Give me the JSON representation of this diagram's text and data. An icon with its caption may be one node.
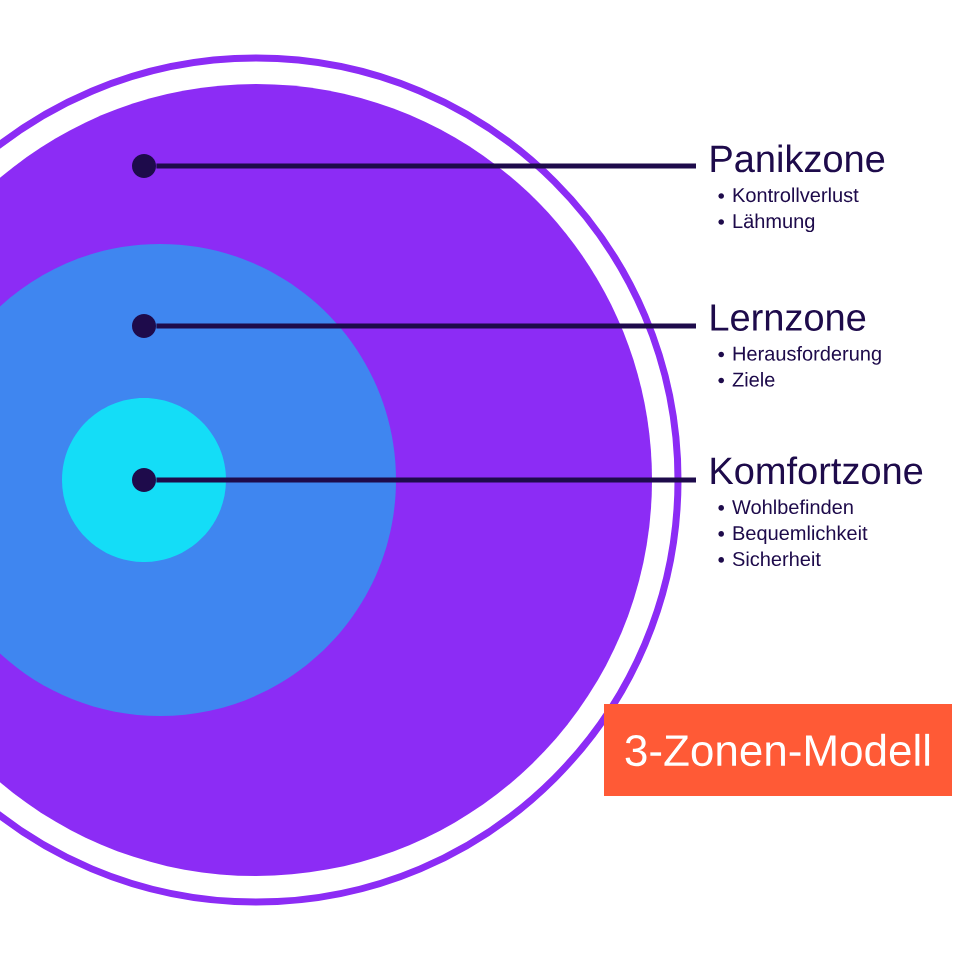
{
  "diagram": {
    "nodes": [
      {
        "text": [],
        "shape": "circle"
      },
      {
        "text": [],
        "shape": "circle",
        "in": 0
      },
      {
        "text": [],
        "shape": "circle",
        "in": 1
      },
      {
        "text": [],
        "shape": "circle",
        "in": 0
      },
      {
        "text": [],
        "shape": "circle",
        "in": 1
      },
      {
        "text": [],
        "shape": "circle",
        "in": 2
      },
      {
        "text": [
          "Panikzone",
          "Kontrollverlust",
          "Lähmung"
        ]
      },
      {
        "text": [
          "Lernzone",
          "Herausforderung",
          "Ziele"
        ]
      },
      {
        "text": [
          "Komfortzone",
          "Wohlbefinden",
          "Bequemlichkeit",
          "Sicherheit"
        ]
      },
      {
        "text": [
          "3-Zonen-Modell"
        ]
      }
    ],
    "edges": [
      {
        "from": 3,
        "to": 6,
        "arrow": "none"
      },
      {
        "from": 4,
        "to": 7,
        "arrow": "none"
      },
      {
        "from": 5,
        "to": 8,
        "arrow": "none"
      }
    ]
  }
}
